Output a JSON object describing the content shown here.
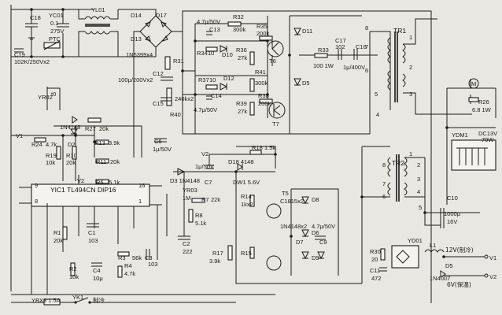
{
  "labels": {
    "C18": "C18",
    "YC01": "YC01",
    "YC01_v1": "0.1",
    "YC01_v2": "275V",
    "YL01": "YL01",
    "D14": "D14",
    "D13": "D13",
    "D17": "D17",
    "PTC": "PTC",
    "C19": "C19",
    "C19_v": "102K/250Vx2",
    "N5399": "1N5399x4",
    "C13v": "4.7μ/50V",
    "C13": "C13",
    "R32": "R32",
    "R32v": "300k",
    "R35": "R35",
    "R35v": "200k",
    "R34": "R34",
    "R34v": "10",
    "D10": "D10",
    "R36": "R36",
    "R36v": "27k",
    "T6": "T6",
    "D11": "D11",
    "C17": "C17",
    "C17v": "102",
    "C16": "C16",
    "R33": "R33",
    "R33v": "100  1W",
    "C16v": "1μ/400V",
    "TR1": "TR1",
    "R31": "R31",
    "C12": "C12",
    "C12v": "100μ/200Vx2",
    "C15": "C15",
    "R40": "R40",
    "R40v": "240kx2",
    "R37": "R37",
    "R37v": "10",
    "D12": "D12",
    "C14": "C14",
    "C14v": "4.7μ/50V",
    "R41": "R41",
    "R41v": "300k",
    "R38": "R38",
    "R38v": "200k",
    "R39": "R39",
    "R39v": "27k",
    "T7": "T7",
    "D5": "D5",
    "YR02": "YR02",
    "t0": "t0",
    "N4148a": "1N4148",
    "R27": "R27",
    "R27v": "20k",
    "V1": "V1",
    "R24": "R24",
    "R24v": "4.7k",
    "D2": "D2",
    "R19": "R19",
    "R19v": "10k",
    "R10": "R10",
    "R10v": "20k",
    "R13": "R13",
    "R13v": "3.9k",
    "C6": "C6",
    "C6v": "1μ/50V",
    "R11": "R11",
    "R11v": "20k",
    "V2a": "V2",
    "R6": "R6",
    "R6v": "5.1k",
    "IC": "YIC1  TL494CN  DIP16",
    "p9": "9",
    "p8": "8",
    "p16": "16",
    "p1": "1",
    "R1": "R1",
    "R1v": "20k",
    "C1": "C1",
    "C1v": "103",
    "R2": "R2",
    "R2v": "10k",
    "C4": "C4",
    "C4v": "10μ",
    "R3": "R3",
    "R3v": "56k",
    "C3": "C3",
    "C3v": "103",
    "R4": "R4",
    "R4v": "4.7k",
    "V2b": "V2",
    "R18": "R18",
    "R18v": "1.5k",
    "C7v": "1μ/50V",
    "C7": "C7",
    "D18": "D18  4148",
    "DW1": "DW1  5.6V",
    "D3": "D3  1N4148",
    "YR03": "YR03",
    "YR03v": "1M",
    "R7": "R7",
    "R7v": "22k",
    "R8": "R8",
    "R8v": "5.1k",
    "C2": "C2",
    "C2v": "222",
    "R17": "R17",
    "R17v": "3.9k",
    "T5": "T5",
    "T5v": "C1815x2",
    "D8": "D8",
    "R14": "R14",
    "R14v": "1kx2",
    "N4148x2": "1N4148x2",
    "C9v": "4.7μ/50V",
    "C9": "C9",
    "R15": "R15",
    "D6": "D6",
    "D7": "D7",
    "D9": "D9",
    "M": "M",
    "R26": "R26",
    "R26v": "6.8  1W",
    "DC": "DC13V",
    "DCw": "70W",
    "YDM1": "YDM1",
    "TR2": "TR2",
    "C10": "C10",
    "C10v": "1000μ",
    "C10v2": "16V",
    "YD01": "YD01",
    "R30": "R30",
    "R30v": "20",
    "C11": "C11",
    "C11v": "472",
    "L1": "L1",
    "D5b": "D5",
    "N4007": "1N4007",
    "V12": "12V(制冷)",
    "V1b": "V1",
    "V6": "6V(保温)",
    "V2c": "V2",
    "YBX3": "YBX3  1.5A",
    "YK1": "YK1",
    "cool": "制冷",
    "n3": "3",
    "n4": "4",
    "n5": "5",
    "n6": "6",
    "n7": "7",
    "n8": "8",
    "n1": "1",
    "n2": "2",
    "n3b": "3",
    "n4b": "4",
    "n5b": "5",
    "n6b": "6",
    "n7b": "7",
    "n8b": "8"
  },
  "colors": {
    "ink": "#1b1b1b",
    "paper": "#e9e7e2"
  }
}
